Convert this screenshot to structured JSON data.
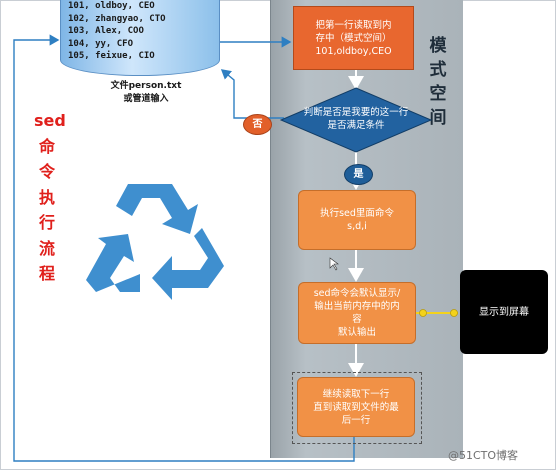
{
  "source_file": {
    "lines": [
      "101, oldboy, CEO",
      "102, zhangyao, CTO",
      "103, Alex, COO",
      "104, yy, CFO",
      "105, feixue, CIO"
    ],
    "caption_1": "文件person.txt",
    "caption_2": "或管道输入"
  },
  "side_title": [
    "模",
    "式",
    "空",
    "间"
  ],
  "vertical_title": [
    "sed",
    "命",
    "令",
    "执",
    "行",
    "流",
    "程"
  ],
  "steps": {
    "read_line": {
      "line1": "把第一行读取到内",
      "line2": "存中（模式空间）",
      "line3": "101,oldboy,CEO"
    },
    "decision": {
      "line1": "判断是否是我要的这一行",
      "line2": "是否满足条件"
    },
    "execute": {
      "line1": "执行sed里面命令",
      "line2": "s,d,i"
    },
    "print": {
      "line1": "sed命令会默认显示/",
      "line2": "输出当前内存中的内",
      "line3": "容",
      "line4": "默认输出"
    },
    "continue": {
      "line1": "继续读取下一行",
      "line2": "直到读取到文件的最",
      "line3": "后一行"
    }
  },
  "labels": {
    "no": "否",
    "yes": "是",
    "screen": "显示到屏幕"
  },
  "watermark": "@51CTO博客",
  "colors": {
    "orange_dark": "#e8672f",
    "orange": "#f19146",
    "blue": "#1f5e99",
    "recycle": "#3f8fcf",
    "red_text": "#e0201c"
  }
}
